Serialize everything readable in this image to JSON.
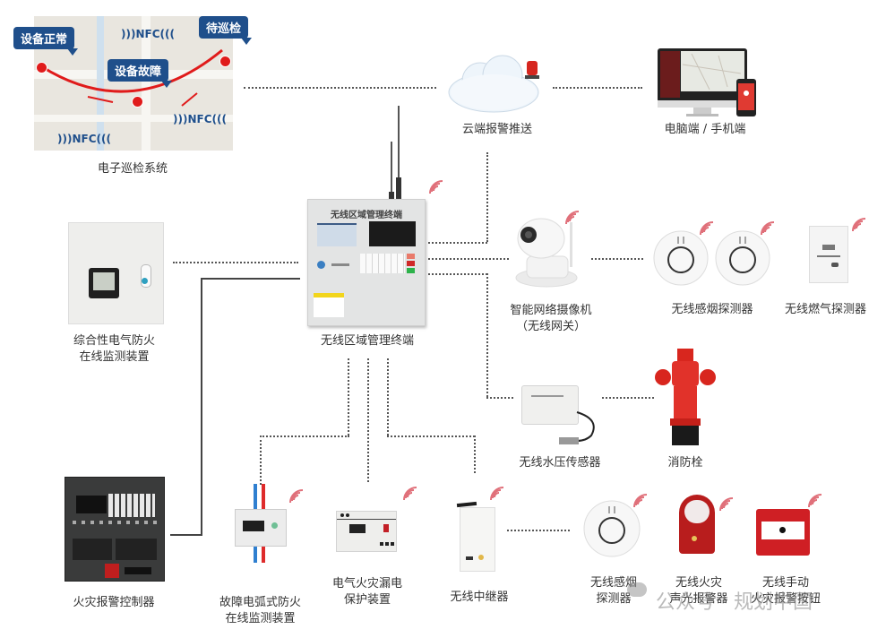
{
  "patrol": {
    "title": "电子巡检系统",
    "status_normal": "设备正常",
    "status_fault": "设备故障",
    "status_pending": "待巡检",
    "nfc_tag": "NFC"
  },
  "cloud": {
    "label": "云端报警推送"
  },
  "clients": {
    "label": "电脑端 / 手机端"
  },
  "terminal": {
    "label": "无线区域管理终端",
    "panel_title": "无线区域管理终端"
  },
  "electrical_monitor": {
    "line1": "综合性电气防火",
    "line2": "在线监测装置"
  },
  "camera": {
    "line1": "智能网络摄像机",
    "line2": "（无线网关）"
  },
  "smoke_detectors": {
    "label": "无线感烟探测器"
  },
  "gas_detector": {
    "label": "无线燃气探测器"
  },
  "water_pressure": {
    "label": "无线水压传感器"
  },
  "hydrant": {
    "label": "消防栓"
  },
  "fire_controller": {
    "label": "火灾报警控制器"
  },
  "arc_monitor": {
    "line1": "故障电弧式防火",
    "line2": "在线监测装置"
  },
  "leakage": {
    "line1": "电气火灾漏电",
    "line2": "保护装置"
  },
  "repeater": {
    "label": "无线中继器"
  },
  "smoke_detector_2": {
    "line1": "无线感烟",
    "line2": "探测器"
  },
  "sounder": {
    "line1": "无线火灾",
    "line2": "声光报警器"
  },
  "manual_button": {
    "line1": "无线手动",
    "line2": "火灾报警按钮"
  },
  "watermark": {
    "text": "公众号 · 规划中国"
  },
  "colors": {
    "accent_red": "#e01b1b",
    "bubble_blue": "#1f4f8b",
    "wifi_pink": "#e0707a"
  }
}
